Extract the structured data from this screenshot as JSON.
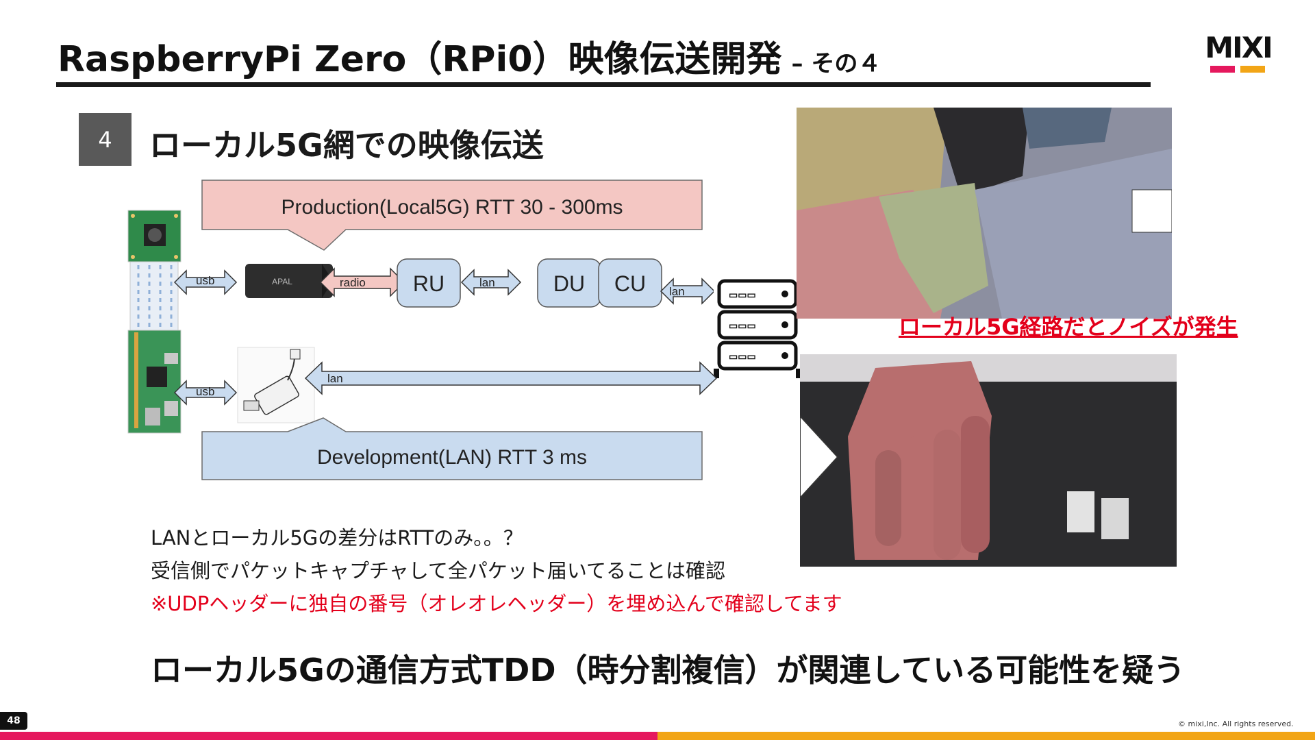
{
  "slide": {
    "title": "RaspberryPi Zero（RPi0）映像伝送開発",
    "title_suffix": "– その４",
    "page_number": "48",
    "copyright": "© mixi,Inc. All rights reserved."
  },
  "brand": {
    "logo_text": "MIXI",
    "accent_pink": "#e5185d",
    "accent_orange": "#f2a516",
    "alert_red": "#e3001b"
  },
  "section": {
    "number": "4",
    "heading": "ローカル5G網での映像伝送"
  },
  "diagram": {
    "production_label": "Production(Local5G) RTT 30 - 300ms",
    "development_label": "Development(LAN) RTT 3 ms",
    "links": {
      "usb_top": "usb",
      "radio": "radio",
      "lan_ru_du": "lan",
      "lan_cu_server": "lan",
      "usb_bottom": "usb",
      "lan_bottom": "lan"
    },
    "nodes": {
      "ru": "RU",
      "du": "DU",
      "cu": "CU",
      "modem_brand": "APAL"
    }
  },
  "photos": {
    "noise_caption": "ローカル5G経路だとノイズが発生"
  },
  "body": {
    "line1": "LANとローカル5Gの差分はRTTのみ。。？",
    "line2": "受信側でパケットキャプチャして全パケット届いてることは確認",
    "line3": "※UDPヘッダーに独自の番号（オレオレヘッダー）を埋め込んで確認してます"
  },
  "conclusion": "ローカル5Gの通信方式TDD（時分割複信）が関連している可能性を疑う"
}
